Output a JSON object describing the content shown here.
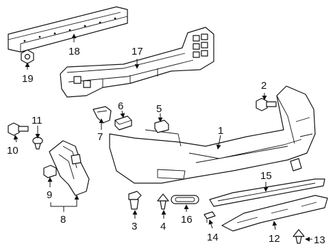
{
  "diagram": {
    "type": "exploded parts diagram",
    "subject": "rear bumper assembly",
    "callouts": [
      {
        "id": "1",
        "label": "1",
        "part": "bumper cover"
      },
      {
        "id": "2",
        "label": "2",
        "part": "bolt"
      },
      {
        "id": "3",
        "label": "3",
        "part": "push clip"
      },
      {
        "id": "4",
        "label": "4",
        "part": "push clip"
      },
      {
        "id": "5",
        "label": "5",
        "part": "retainer bracket"
      },
      {
        "id": "6",
        "label": "6",
        "part": "retainer bracket"
      },
      {
        "id": "7",
        "label": "7",
        "part": "side bracket"
      },
      {
        "id": "8",
        "label": "8",
        "part": "mud guard assembly"
      },
      {
        "id": "9",
        "label": "9",
        "part": "mud guard clip"
      },
      {
        "id": "10",
        "label": "10",
        "part": "bolt"
      },
      {
        "id": "11",
        "label": "11",
        "part": "push clip"
      },
      {
        "id": "12",
        "label": "12",
        "part": "step pad"
      },
      {
        "id": "13",
        "label": "13",
        "part": "push clip"
      },
      {
        "id": "14",
        "label": "14",
        "part": "clip"
      },
      {
        "id": "15",
        "label": "15",
        "part": "upper step moulding"
      },
      {
        "id": "16",
        "label": "16",
        "part": "reflector"
      },
      {
        "id": "17",
        "label": "17",
        "part": "energy absorber"
      },
      {
        "id": "18",
        "label": "18",
        "part": "impact bar"
      },
      {
        "id": "19",
        "label": "19",
        "part": "nut"
      }
    ]
  }
}
